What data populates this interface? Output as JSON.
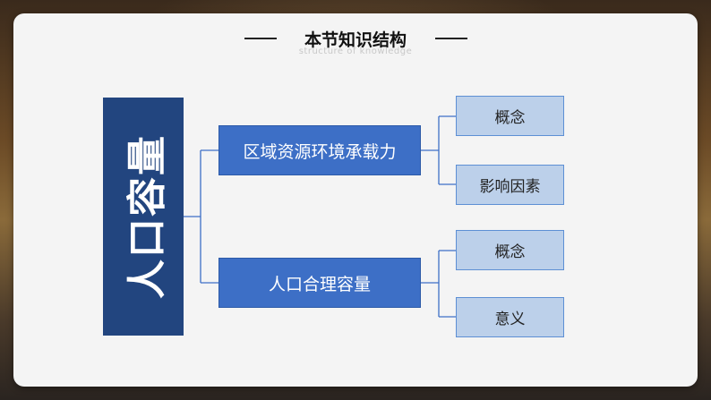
{
  "slide": {
    "title": "本节知识结构",
    "subtitle": "structure of knowledge"
  },
  "diagram": {
    "root": "人口容量",
    "branches": [
      {
        "label": "区域资源环境承载力",
        "children": [
          "概念",
          "影响因素"
        ]
      },
      {
        "label": "人口合理容量",
        "children": [
          "概念",
          "意义"
        ]
      }
    ]
  }
}
